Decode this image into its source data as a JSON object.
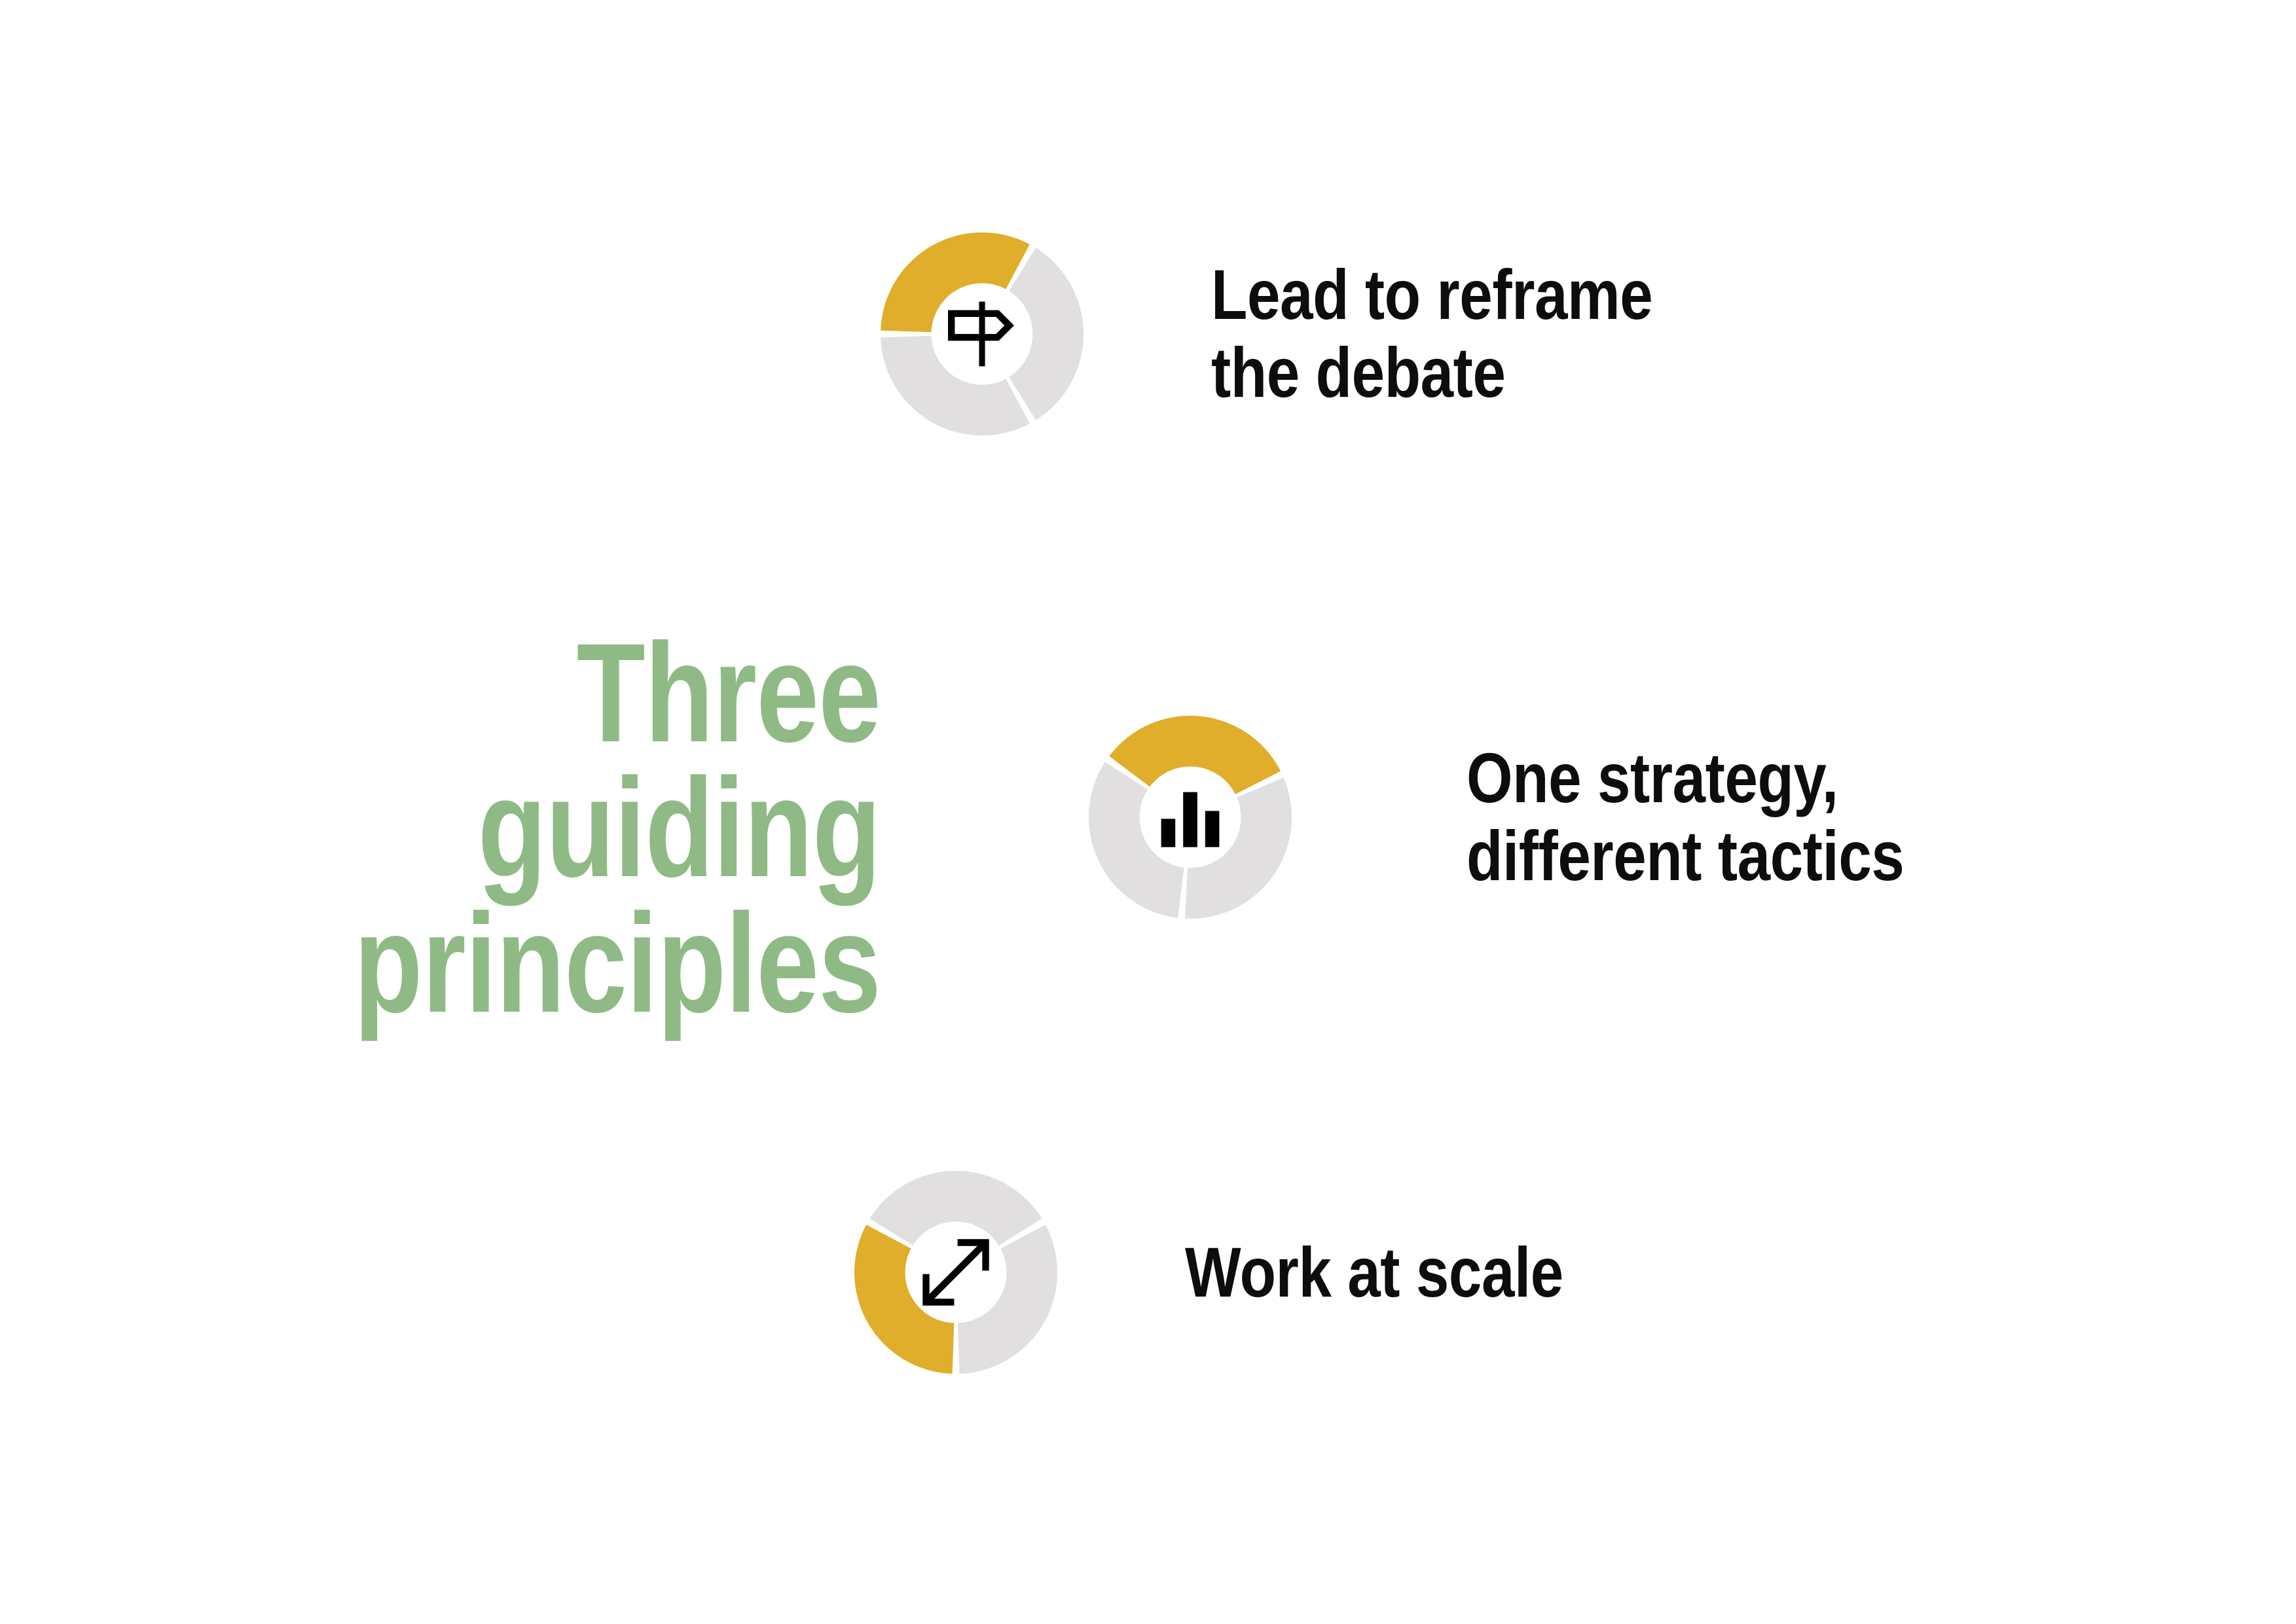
{
  "slide": {
    "heading": "Three guiding\nprinciples",
    "background_color": "#FFFFFF"
  },
  "colors": {
    "gold": "#E0AE2B",
    "grey": "#E1DFDF",
    "green": "#8FBA85",
    "text": "#0D0D0D",
    "gap": "#FFFFFF"
  },
  "principles": [
    {
      "id": "lead-to-reframe-the-debate",
      "label": "Lead to reframe\nthe debate",
      "icon": "signpost-icon",
      "highlight_color": "#E0AE2B"
    },
    {
      "id": "one-strategy-different-tactics",
      "label": "One strategy,\ndifferent tactics",
      "icon": "bar-chart-icon",
      "highlight_color": "#E0AE2B"
    },
    {
      "id": "work-at-scale",
      "label": "Work at scale",
      "icon": "expand-arrows-icon",
      "highlight_color": "#E0AE2B"
    }
  ],
  "chart_data": [
    {
      "type": "pie",
      "title": "Lead to reframe the debate",
      "labels": [
        "highlighted",
        "segment-2",
        "segment-3"
      ],
      "values": [
        33.3,
        33.3,
        33.3
      ],
      "colors": [
        "#E0AE2B",
        "#E1DFDF",
        "#E1DFDF"
      ],
      "start_angle_deg": 270,
      "donut": true,
      "inner_radius_ratio": 0.5,
      "legend": "none",
      "grid": false
    },
    {
      "type": "pie",
      "title": "One strategy, different tactics",
      "labels": [
        "segment-1",
        "highlighted",
        "segment-3"
      ],
      "values": [
        33.3,
        33.3,
        33.3
      ],
      "colors": [
        "#E1DFDF",
        "#E0AE2B",
        "#E1DFDF"
      ],
      "start_angle_deg": 185,
      "donut": true,
      "inner_radius_ratio": 0.5,
      "legend": "none",
      "grid": false
    },
    {
      "type": "pie",
      "title": "Work at scale",
      "labels": [
        "segment-1",
        "segment-2",
        "highlighted"
      ],
      "values": [
        33.3,
        33.3,
        33.3
      ],
      "colors": [
        "#E1DFDF",
        "#E1DFDF",
        "#E0AE2B"
      ],
      "start_angle_deg": 300,
      "donut": true,
      "inner_radius_ratio": 0.5,
      "legend": "none",
      "grid": false
    }
  ]
}
